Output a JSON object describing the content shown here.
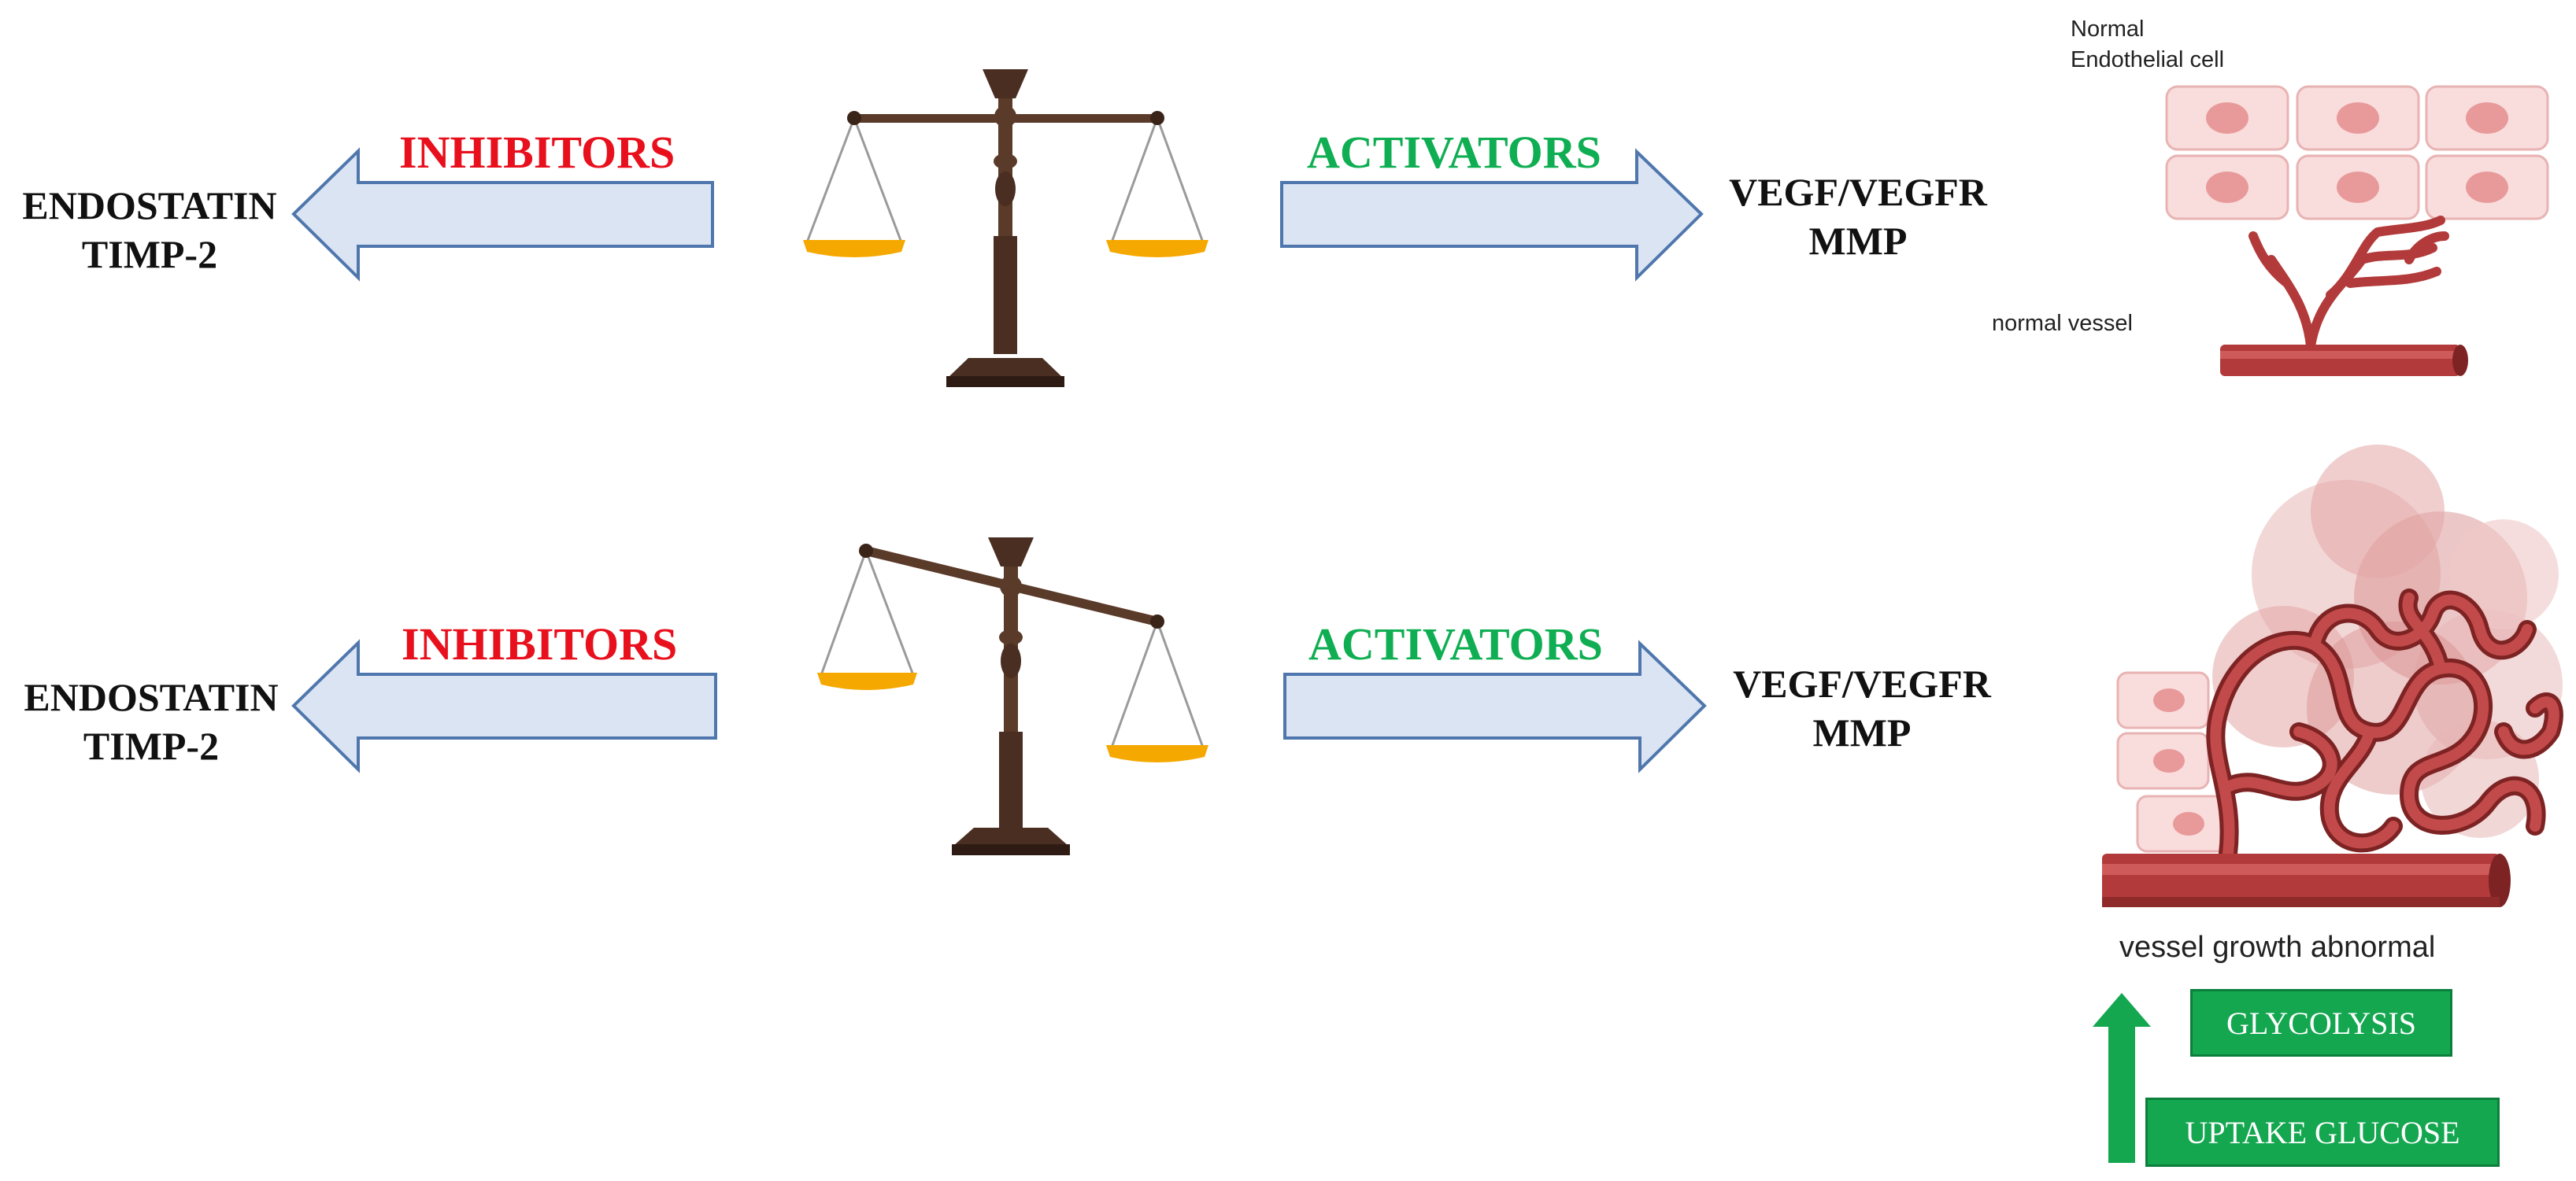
{
  "top": {
    "left_factors": [
      "ENDOSTATIN",
      "TIMP-2"
    ],
    "inhibitors_label": "INHIBITORS",
    "activators_label": "ACTIVATORS",
    "right_factors": [
      "VEGF/VEGFR",
      "MMP"
    ],
    "cell_label": [
      "Normal",
      "Endothelial cell"
    ],
    "vessel_label": "normal vessel"
  },
  "bottom": {
    "left_factors": [
      "ENDOSTATIN",
      "TIMP-2"
    ],
    "inhibitors_label": "INHIBITORS",
    "activators_label": "ACTIVATORS",
    "right_factors": [
      "VEGF/VEGFR",
      "MMP"
    ],
    "vessel_label": "vessel growth abnormal",
    "boxes": [
      "GLYCOLYSIS",
      "UPTAKE GLUCOSE"
    ]
  },
  "colors": {
    "inhibitors": "#e8101d",
    "activators": "#0fae52",
    "arrow_fill": "#dbe4f3",
    "arrow_stroke": "#4f77ad",
    "scale_wood": "#4a2e22",
    "scale_pan": "#f5a800",
    "vessel": "#b33a3a",
    "cell_fill": "#f8d7d7",
    "box_green": "#14a750"
  },
  "icons": [
    "balance-scale-icon",
    "balanced-scale-icon",
    "tipped-scale-icon",
    "up-arrow-icon"
  ]
}
